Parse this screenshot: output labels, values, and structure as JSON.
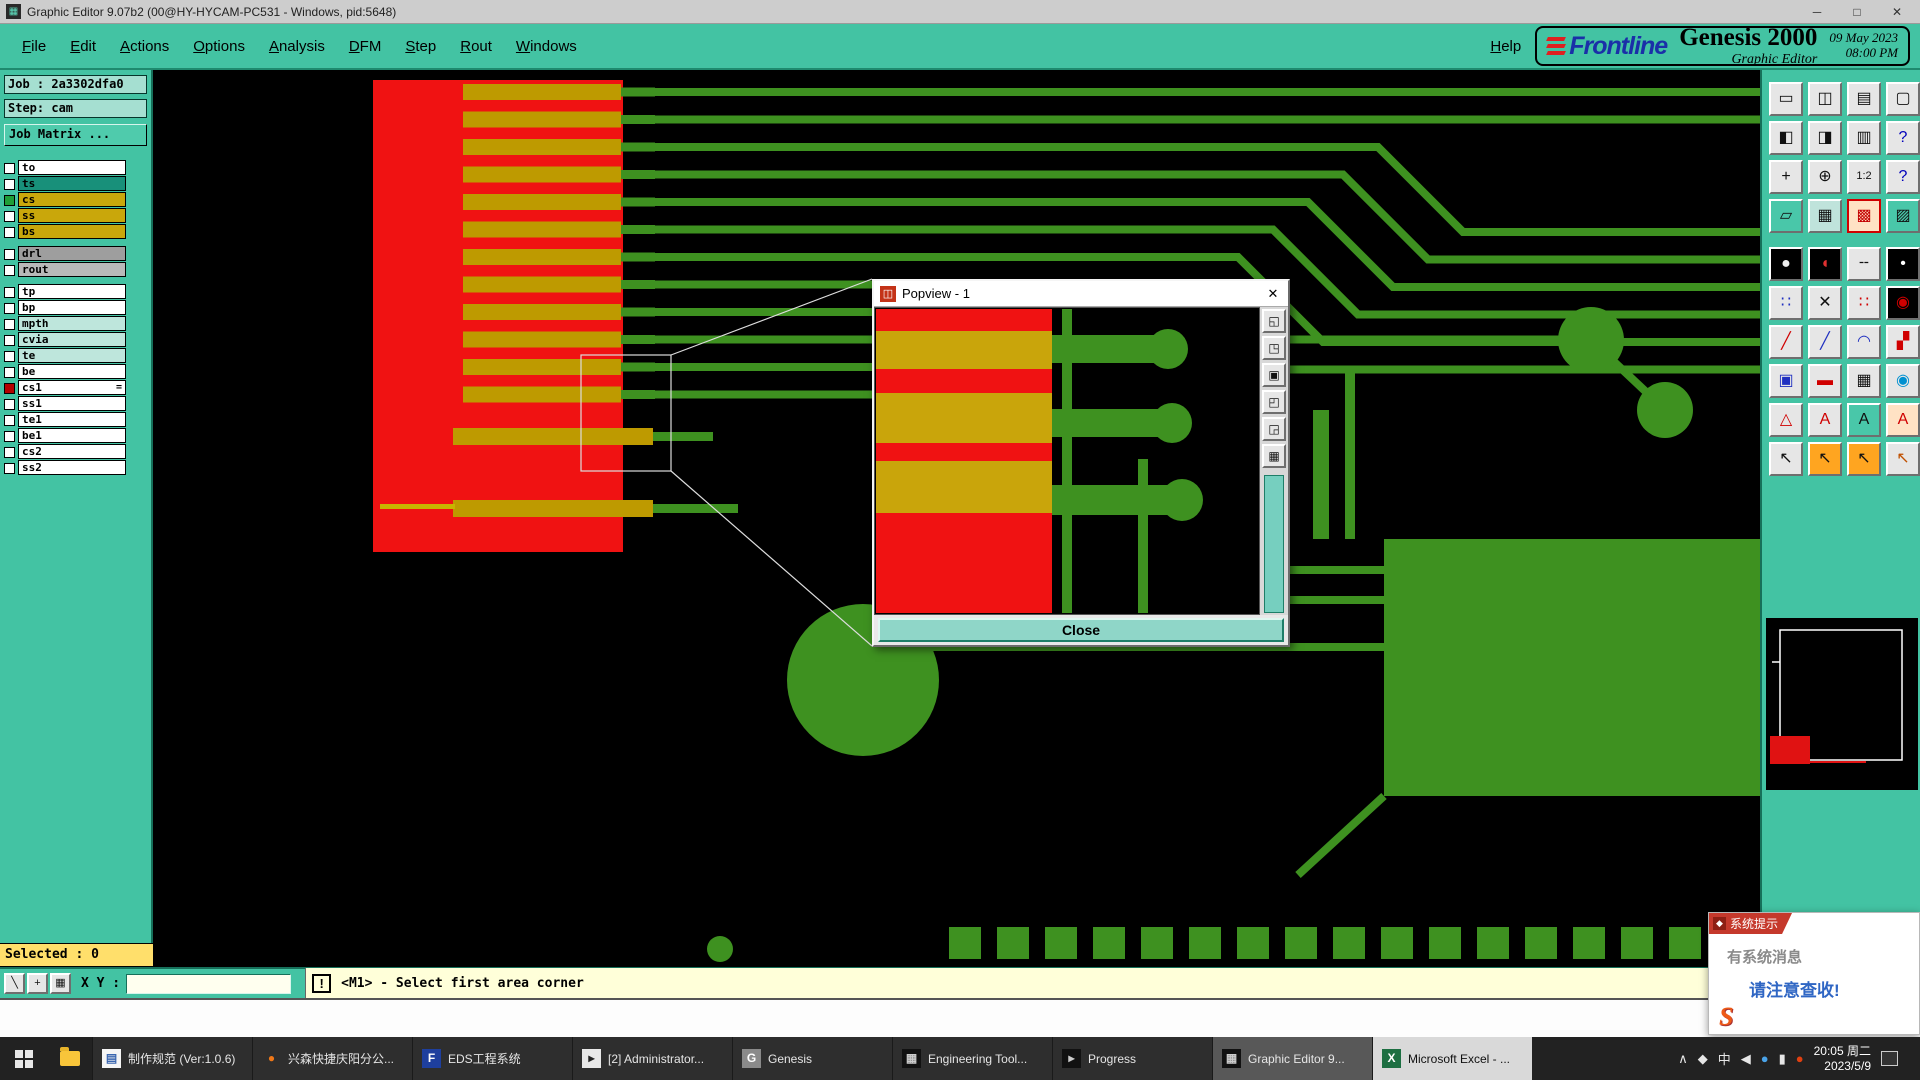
{
  "window": {
    "title": "Graphic Editor 9.07b2 (00@HY-HYCAM-PC531 - Windows, pid:5648)",
    "controls": {
      "minimize": "─",
      "maximize": "□",
      "close": "✕"
    }
  },
  "menu": {
    "items": [
      "File",
      "Edit",
      "Actions",
      "Options",
      "Analysis",
      "DFM",
      "Step",
      "Rout",
      "Windows"
    ],
    "help": "Help"
  },
  "brand": {
    "frontline": "Frontline",
    "product": "Genesis 2000",
    "date": "09 May 2023",
    "time": "08:00 PM",
    "subtitle": "Graphic Editor"
  },
  "job_panel": {
    "job": "Job : 2a3302dfa0",
    "step": "Step: cam",
    "matrix_button": "Job Matrix ...",
    "selected": "Selected : 0",
    "xy_label": "X Y :",
    "xy_value": ""
  },
  "layers": [
    {
      "label": "to",
      "bg": "#FFFFFF"
    },
    {
      "label": "ts",
      "bg": "#18907A"
    },
    {
      "label": "cs",
      "bg": "#C9A70B",
      "check": "green"
    },
    {
      "label": "ss",
      "bg": "#C9A70B"
    },
    {
      "label": "bs",
      "bg": "#C9A70B"
    },
    {
      "label": "drl",
      "bg": "#9E9E9E",
      "gap": true
    },
    {
      "label": "rout",
      "bg": "#B9B9B9"
    },
    {
      "label": "tp",
      "bg": "#FFFFFF",
      "gap": true
    },
    {
      "label": "bp",
      "bg": "#FFFFFF"
    },
    {
      "label": "mpth",
      "bg": "#BEE6DC"
    },
    {
      "label": "cvia",
      "bg": "#BEE6DC"
    },
    {
      "label": "te",
      "bg": "#BEE6DC"
    },
    {
      "label": "be",
      "bg": "#FFFFFF"
    },
    {
      "label": "cs1",
      "bg": "#FFFFFF",
      "check": "red",
      "marker": "="
    },
    {
      "label": "ss1",
      "bg": "#FFFFFF"
    },
    {
      "label": "te1",
      "bg": "#FFFFFF"
    },
    {
      "label": "be1",
      "bg": "#FFFFFF"
    },
    {
      "label": "cs2",
      "bg": "#FFFFFF"
    },
    {
      "label": "ss2",
      "bg": "#FFFFFF"
    }
  ],
  "status": {
    "alert": "!",
    "message": "<M1> - Select first area corner"
  },
  "popview": {
    "title": "Popview - 1",
    "icon_glyph": "◫",
    "close_x": "✕",
    "close_button": "Close",
    "tools": [
      {
        "name": "pv-view-full-icon",
        "glyph": "◱"
      },
      {
        "name": "pv-zoom-in-icon",
        "glyph": "◳"
      },
      {
        "name": "pv-zoom-out-icon",
        "glyph": "▣"
      },
      {
        "name": "pv-pan-icon",
        "glyph": "◰"
      },
      {
        "name": "pv-sync-icon",
        "glyph": "◲"
      },
      {
        "name": "pv-grid-icon",
        "glyph": "▦"
      }
    ]
  },
  "right_toolbar": {
    "group1": [
      {
        "name": "screen-restore-icon",
        "glyph": "▭"
      },
      {
        "name": "screen-copy-icon",
        "glyph": "◫"
      },
      {
        "name": "screen-grid-icon",
        "glyph": "▤"
      },
      {
        "name": "screen-new-icon",
        "glyph": "▢"
      },
      {
        "name": "pan-left-icon",
        "glyph": "◧"
      },
      {
        "name": "pan-right-icon",
        "glyph": "◨"
      },
      {
        "name": "view-3d-icon",
        "glyph": "▥"
      },
      {
        "name": "help-tool-icon",
        "glyph": "?",
        "fg": "#0000BB"
      },
      {
        "name": "zoom-fit-icon",
        "glyph": "+"
      },
      {
        "name": "zoom-center-icon",
        "glyph": "⊕"
      },
      {
        "name": "scale-1-2-icon",
        "glyph": "1:2"
      },
      {
        "name": "context-help-icon",
        "glyph": "?",
        "fg": "#0000BB"
      },
      {
        "name": "notes-icon",
        "glyph": "▱",
        "bg": "#49C7A9"
      },
      {
        "name": "grid-icon",
        "glyph": "▦",
        "bg": "#BFE3DB"
      },
      {
        "name": "color-grid-icon",
        "glyph": "▩",
        "bg": "#FFE2C4",
        "fg": "#C40000",
        "highlight": true
      },
      {
        "name": "snap-grid-icon",
        "glyph": "▨",
        "bg": "#49C7A9"
      }
    ],
    "group2": [
      {
        "name": "erase-icon",
        "glyph": "●",
        "bg": "#000000",
        "fg": "#EEEEEE"
      },
      {
        "name": "brush-icon",
        "glyph": "◖",
        "bg": "#000000",
        "fg": "#E03030"
      },
      {
        "name": "dashed-line-icon",
        "glyph": "╌"
      },
      {
        "name": "dot-feature-icon",
        "glyph": "•",
        "bg": "#000000",
        "fg": "#FFFFFF"
      },
      {
        "name": "points-icon",
        "glyph": "∷",
        "fg": "#2030C0"
      },
      {
        "name": "delete-feature-icon",
        "glyph": "✕"
      },
      {
        "name": "red-points-icon",
        "glyph": "∷",
        "fg": "#D00000"
      },
      {
        "name": "endpoints-icon",
        "glyph": "◉",
        "bg": "#000000",
        "fg": "#D00000"
      },
      {
        "name": "red-line-icon",
        "glyph": "╱",
        "fg": "#D00000"
      },
      {
        "name": "blue-line-icon",
        "glyph": "╱",
        "fg": "#2030C0"
      },
      {
        "name": "arc-icon",
        "glyph": "◠",
        "fg": "#2030C0"
      },
      {
        "name": "surface-icon",
        "glyph": "▞",
        "fg": "#D00000"
      },
      {
        "name": "select-frame-icon",
        "glyph": "▣",
        "fg": "#2030C0"
      },
      {
        "name": "red-bar-icon",
        "glyph": "▬",
        "fg": "#D00000"
      },
      {
        "name": "mesh-icon",
        "glyph": "▦"
      },
      {
        "name": "pad-circle-icon",
        "glyph": "◉",
        "fg": "#0090D0"
      },
      {
        "name": "triangle-tool-icon",
        "glyph": "△",
        "fg": "#D00000"
      },
      {
        "name": "text-tool-icon",
        "glyph": "A",
        "fg": "#D00000"
      },
      {
        "name": "text-box-tool-icon",
        "glyph": "A",
        "bg": "#49C7A9"
      },
      {
        "name": "dimension-tool-icon",
        "glyph": "A",
        "fg": "#D00000",
        "bg": "#FFE2C4"
      },
      {
        "name": "select-cursor-icon",
        "glyph": "↖"
      },
      {
        "name": "highlight-cursor-icon",
        "glyph": "↖",
        "bg": "#FFA520"
      },
      {
        "name": "pick-cursor-icon",
        "glyph": "↖",
        "bg": "#FFA520"
      },
      {
        "name": "measure-cursor-icon",
        "glyph": "↖",
        "fg": "#C05000"
      }
    ]
  },
  "bottom_tools": [
    {
      "name": "diag-tool-icon",
      "glyph": "╲"
    },
    {
      "name": "crosshair-tool-icon",
      "glyph": "+"
    },
    {
      "name": "grid-tool-icon",
      "glyph": "▦"
    }
  ],
  "notification": {
    "ribbon": "系统提示",
    "ribbon_icon": "◆",
    "line1": "有系统消息",
    "line2": "请注意查收!",
    "logo": "S"
  },
  "taskbar": {
    "items": [
      {
        "label": "制作规范 (Ver:1.0.6)",
        "icon": {
          "glyph": "▤",
          "bg": "#F5F5F5",
          "fg": "#3A66B0"
        }
      },
      {
        "label": "兴森快捷庆阳分公...",
        "icon": {
          "glyph": "●",
          "bg": "#2E2E2E",
          "fg": "#F07818"
        }
      },
      {
        "label": "EDS工程系统",
        "icon": {
          "glyph": "F",
          "bg": "#1E3F9E",
          "fg": "#FFFFFF"
        }
      },
      {
        "label": "[2] Administrator...",
        "icon": {
          "glyph": "▸",
          "bg": "#E8E8E8",
          "fg": "#222222"
        }
      },
      {
        "label": "Genesis",
        "icon": {
          "glyph": "G",
          "bg": "#8A8A8A",
          "fg": "#FFFFFF"
        }
      },
      {
        "label": "Engineering Tool...",
        "icon": {
          "glyph": "▦",
          "bg": "#111111",
          "fg": "#CCCCCC"
        }
      },
      {
        "label": "Progress",
        "icon": {
          "glyph": "▸",
          "bg": "#111111",
          "fg": "#CCCCCC"
        }
      },
      {
        "label": "Graphic Editor 9...",
        "icon": {
          "glyph": "▦",
          "bg": "#111111",
          "fg": "#CCCCCC"
        },
        "state": "active"
      },
      {
        "label": "Microsoft Excel - ...",
        "icon": {
          "glyph": "X",
          "bg": "#1D6F42",
          "fg": "#FFFFFF"
        },
        "state": "flash"
      }
    ],
    "tray": [
      {
        "name": "hidden-icons-chevron",
        "glyph": "∧"
      },
      {
        "name": "pen-tray-icon",
        "glyph": "◆"
      },
      {
        "name": "ime-chinese-icon",
        "glyph": "中"
      },
      {
        "name": "volume-icon",
        "glyph": "◀"
      },
      {
        "name": "bluetooth-icon",
        "glyph": "●",
        "fg": "#4AA3E8"
      },
      {
        "name": "network-icon",
        "glyph": "▮"
      },
      {
        "name": "sogou-icon",
        "glyph": "●",
        "fg": "#E04010"
      }
    ],
    "time": "20:05 周二",
    "date": "2023/5/9"
  }
}
